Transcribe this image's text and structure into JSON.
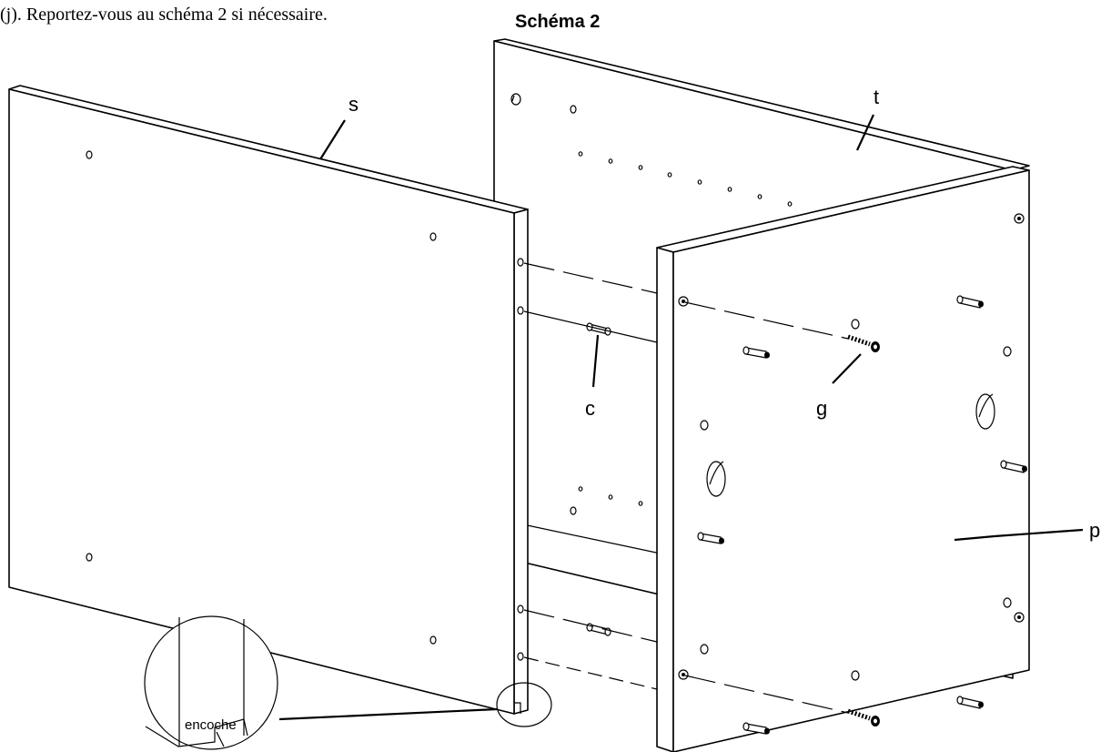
{
  "caption_text": "(j). Reportez-vous au schéma 2 si nécessaire.",
  "title": "Schéma 2",
  "labels": {
    "s": "s",
    "t": "t",
    "c": "c",
    "g": "g",
    "p": "p",
    "notch": "encoche"
  }
}
